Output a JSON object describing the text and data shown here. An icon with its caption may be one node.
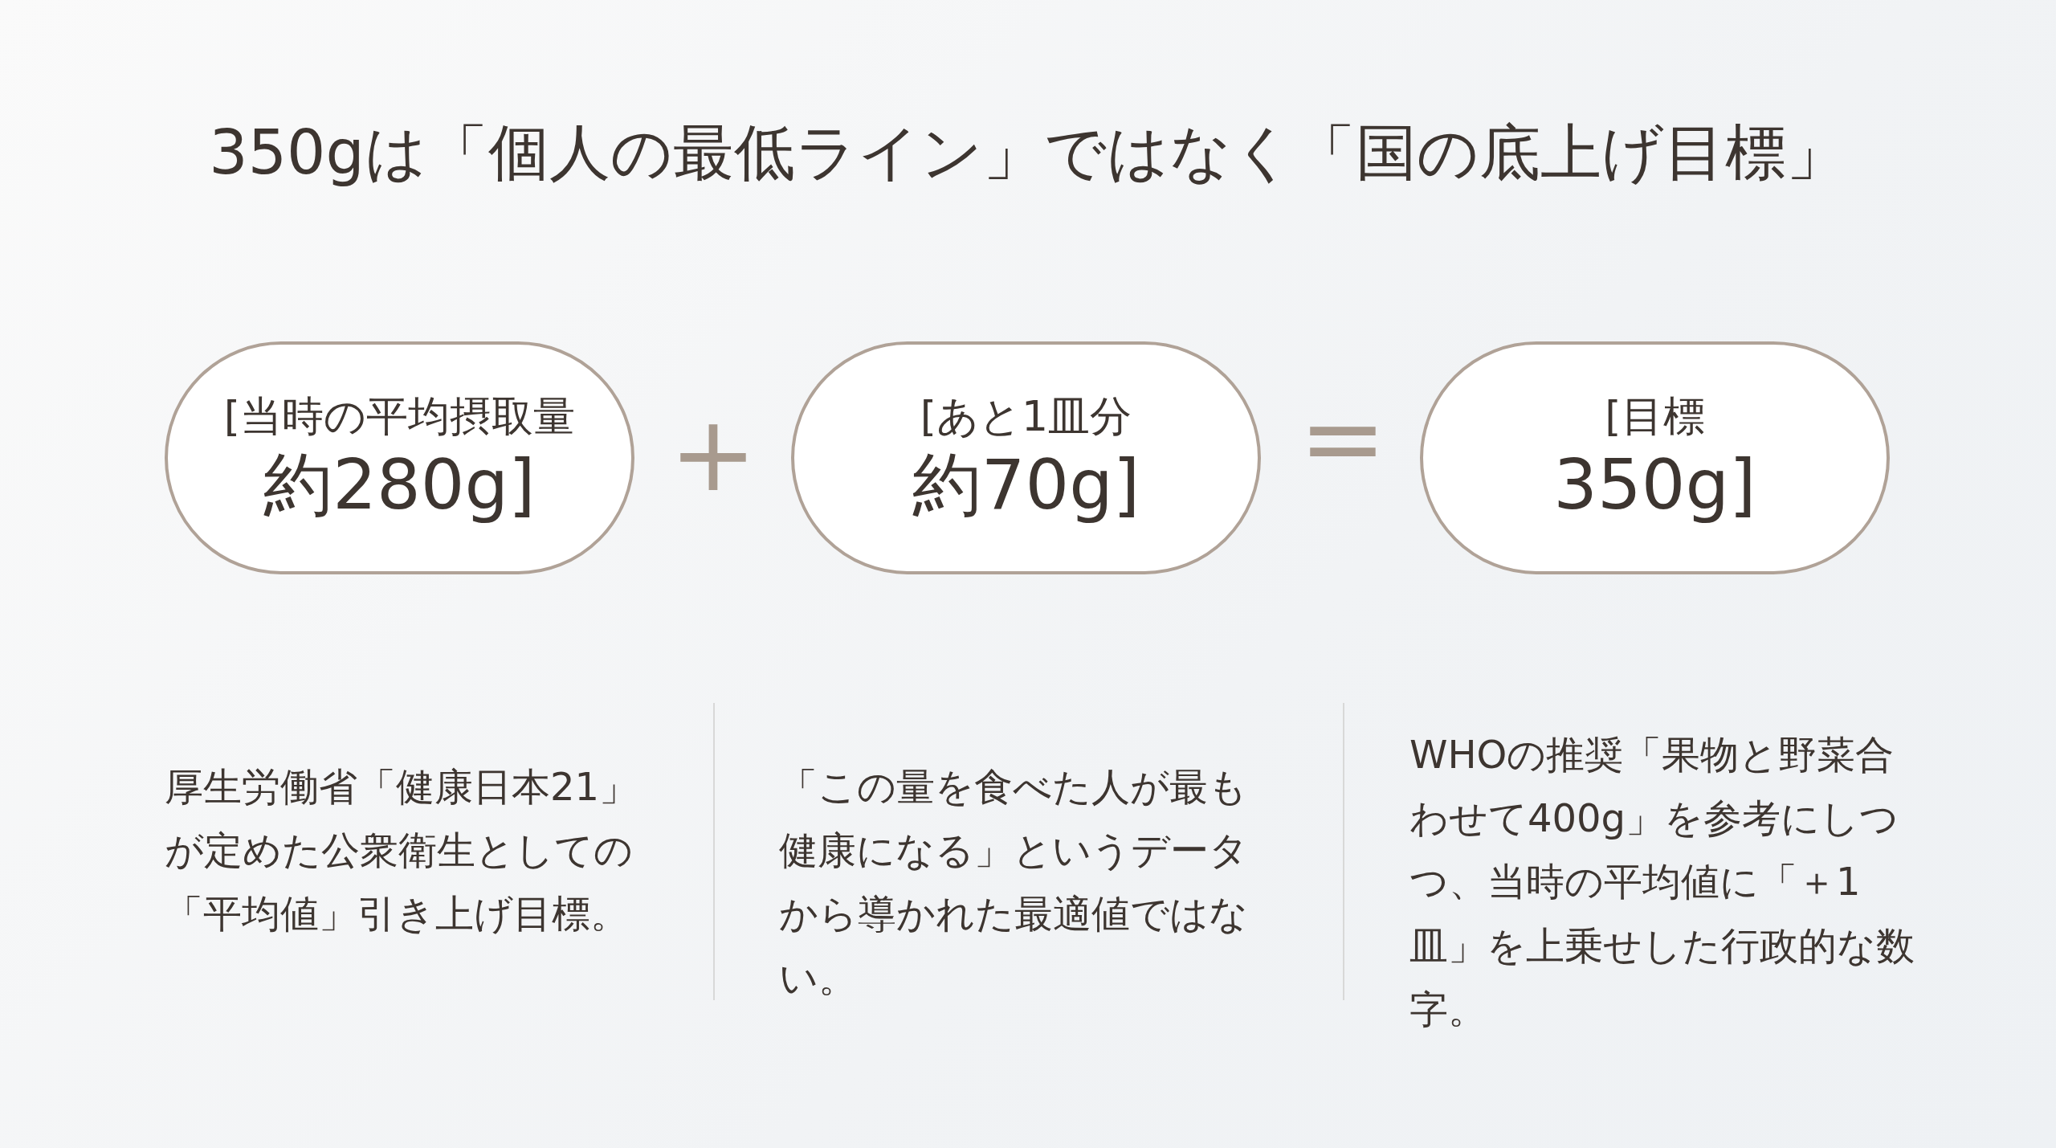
{
  "diagram": {
    "title": "350gは「個人の最低ライン」ではなく「国の底上げ目標」",
    "nodes": [
      {
        "text": [
          "[当時の平均摂取量",
          "約280g]"
        ]
      },
      {
        "text": [
          "[あと1皿分",
          "約70g]"
        ]
      },
      {
        "text": [
          "[目標",
          "350g]"
        ]
      }
    ],
    "edges": [],
    "labels": [
      "+",
      "=",
      "厚生労働省「健康日本21」が定めた公衆衛生としての「平均値」引き上げ目標。",
      "「この量を食べた人が最も健康になる」というデータから導かれた最適値ではない。",
      "WHOの推奨「果物と野菜合わせて400g」を参考にしつつ、当時の平均値に「＋1皿」を上乗せした行政的な数字。"
    ]
  }
}
